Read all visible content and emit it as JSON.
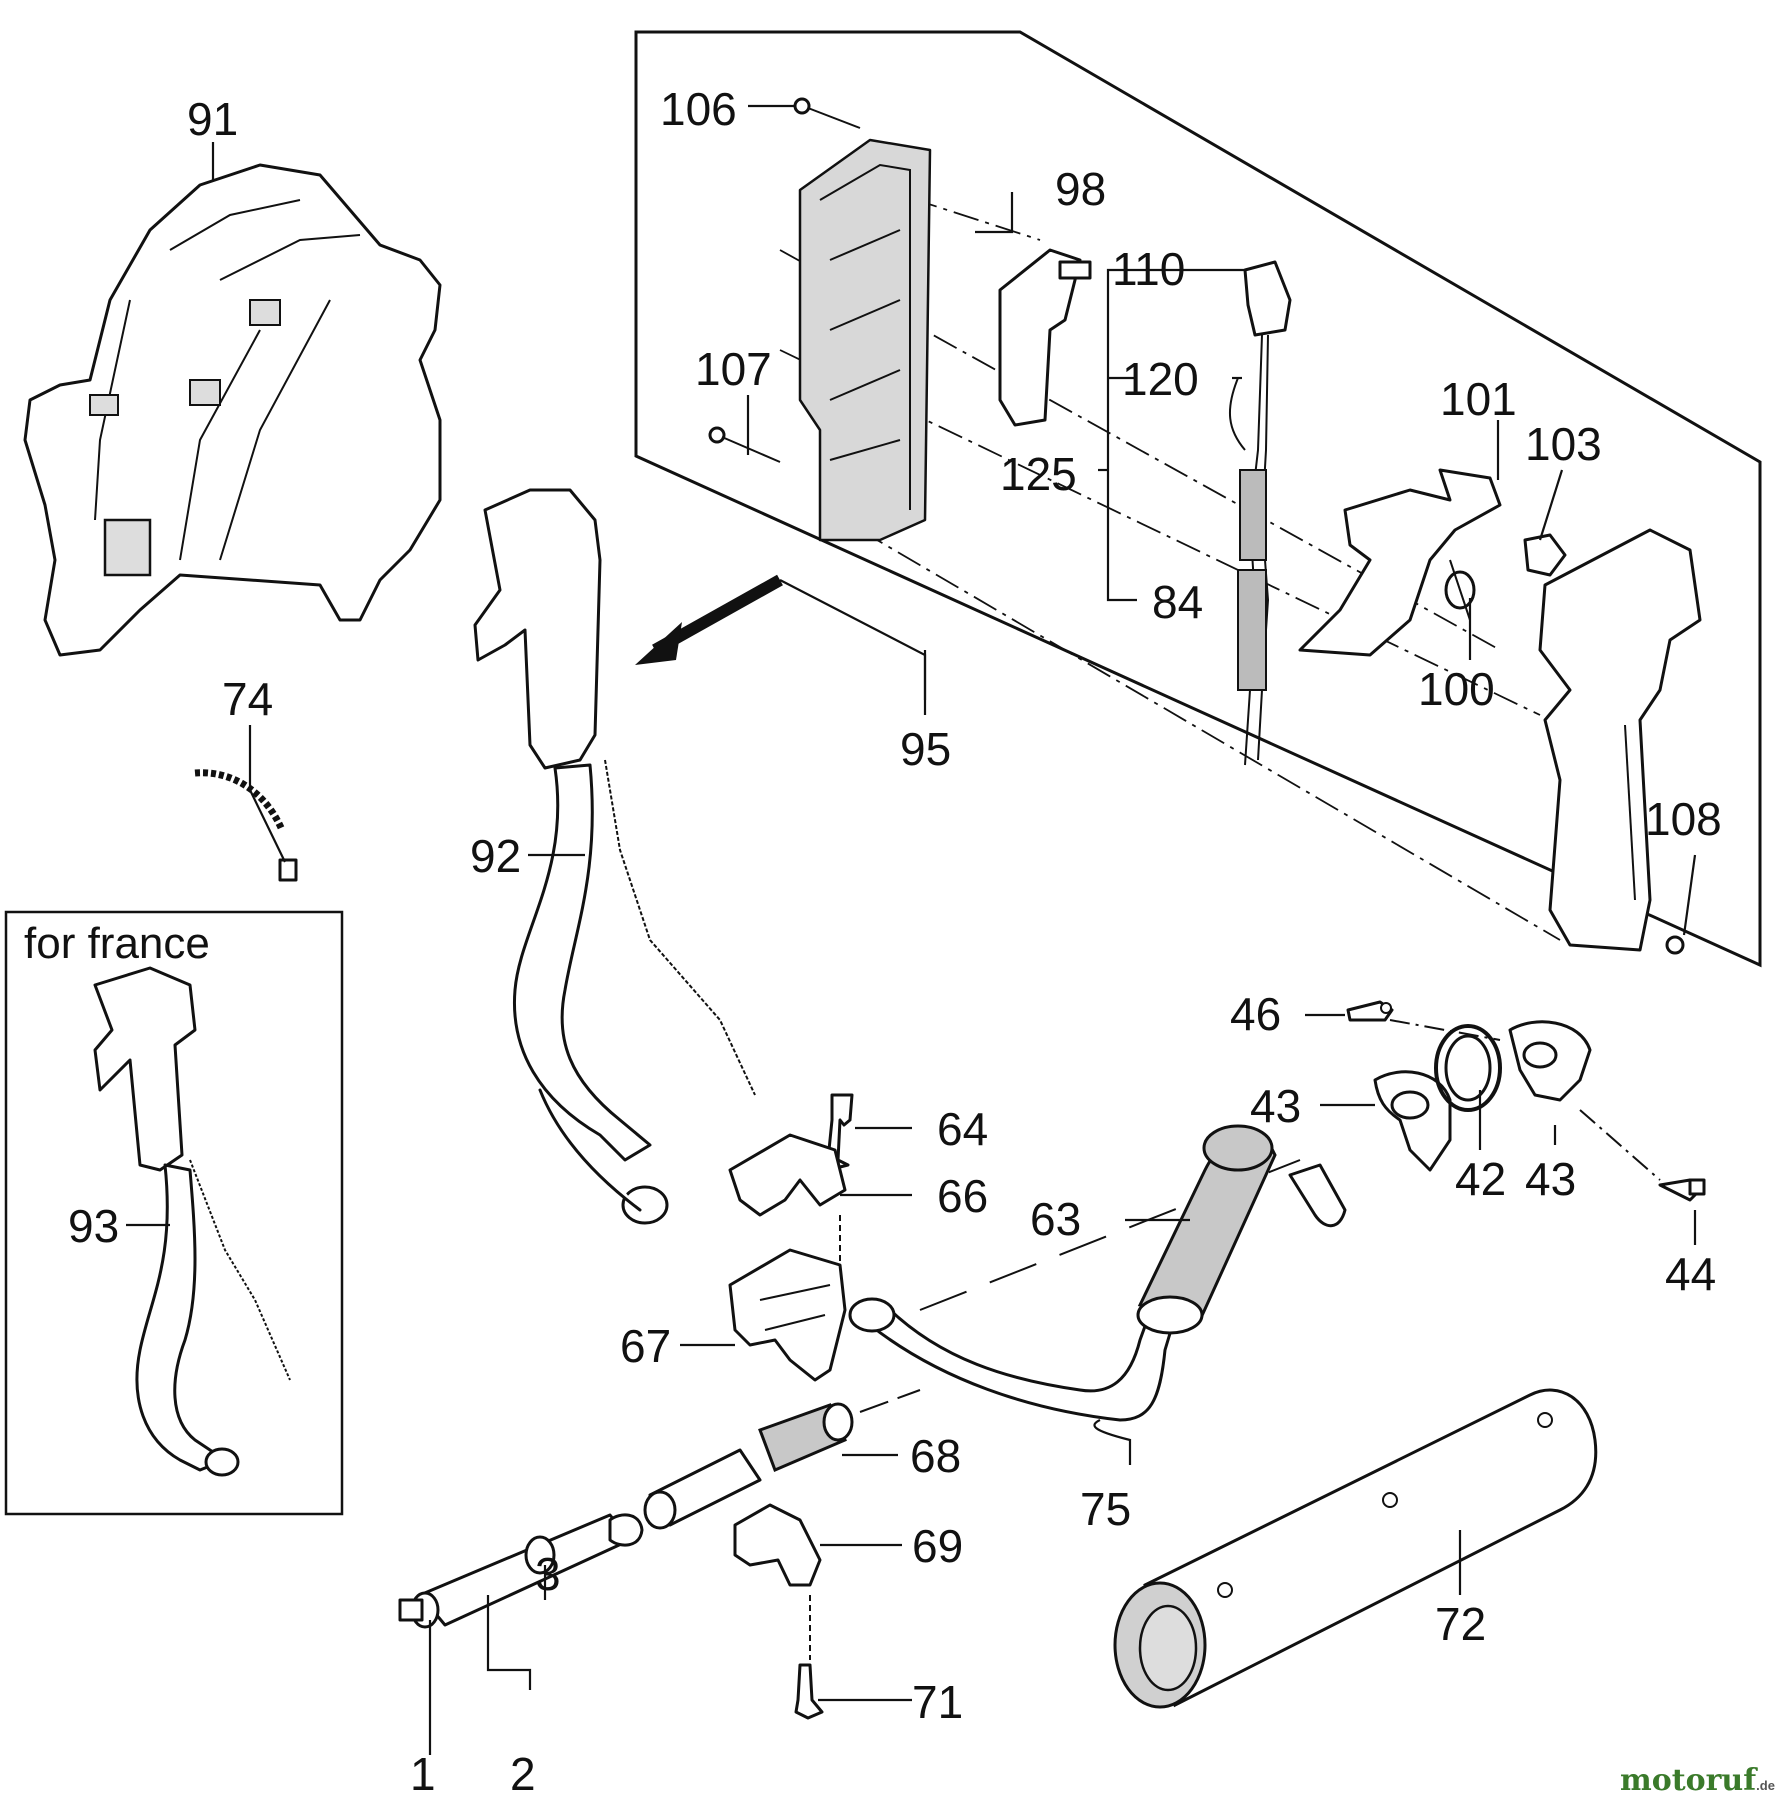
{
  "inset_title": "for france",
  "watermark": {
    "text": "motoruf",
    "suffix": ".de"
  },
  "labels": {
    "l1": "1",
    "l2": "2",
    "l3": "3",
    "l42": "42",
    "l43a": "43",
    "l43b": "43",
    "l44": "44",
    "l46": "46",
    "l63": "63",
    "l64": "64",
    "l66": "66",
    "l67": "67",
    "l68": "68",
    "l69": "69",
    "l71": "71",
    "l72": "72",
    "l74": "74",
    "l75": "75",
    "l84": "84",
    "l91": "91",
    "l92": "92",
    "l93": "93",
    "l95": "95",
    "l98": "98",
    "l100": "100",
    "l101": "101",
    "l103": "103",
    "l106": "106",
    "l107": "107",
    "l108": "108",
    "l110": "110",
    "l120": "120",
    "l125": "125"
  }
}
